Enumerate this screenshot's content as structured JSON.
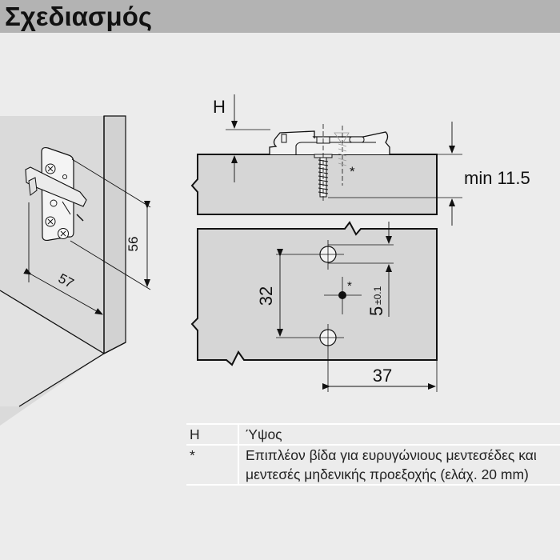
{
  "header": {
    "title": "Σχεδιασμός"
  },
  "colors": {
    "header_bg": "#b3b3b3",
    "page_bg": "#ececec",
    "panel_fill": "#d6d6d6",
    "line": "#111111"
  },
  "perspective_view": {
    "dimension_width": "57",
    "dimension_height": "56"
  },
  "section_view": {
    "label_height": "H",
    "dimension_min_thickness": "min 11.5",
    "screw_marker": "*"
  },
  "drilling_view": {
    "dimension_hole_spacing": "32",
    "dimension_offset": "5",
    "dimension_offset_tolerance": "±0.1",
    "dimension_edge_distance": "37",
    "screw_marker": "*"
  },
  "legend": {
    "rows": [
      {
        "key": "H",
        "value": "Ύψος"
      },
      {
        "key": "*",
        "value": "Επιπλέον βίδα για ευρυγώνιους μεντεσέδες και"
      },
      {
        "key": "",
        "value": "μεντεσές μηδενικής προεξοχής (ελάχ. 20 mm)"
      }
    ]
  }
}
